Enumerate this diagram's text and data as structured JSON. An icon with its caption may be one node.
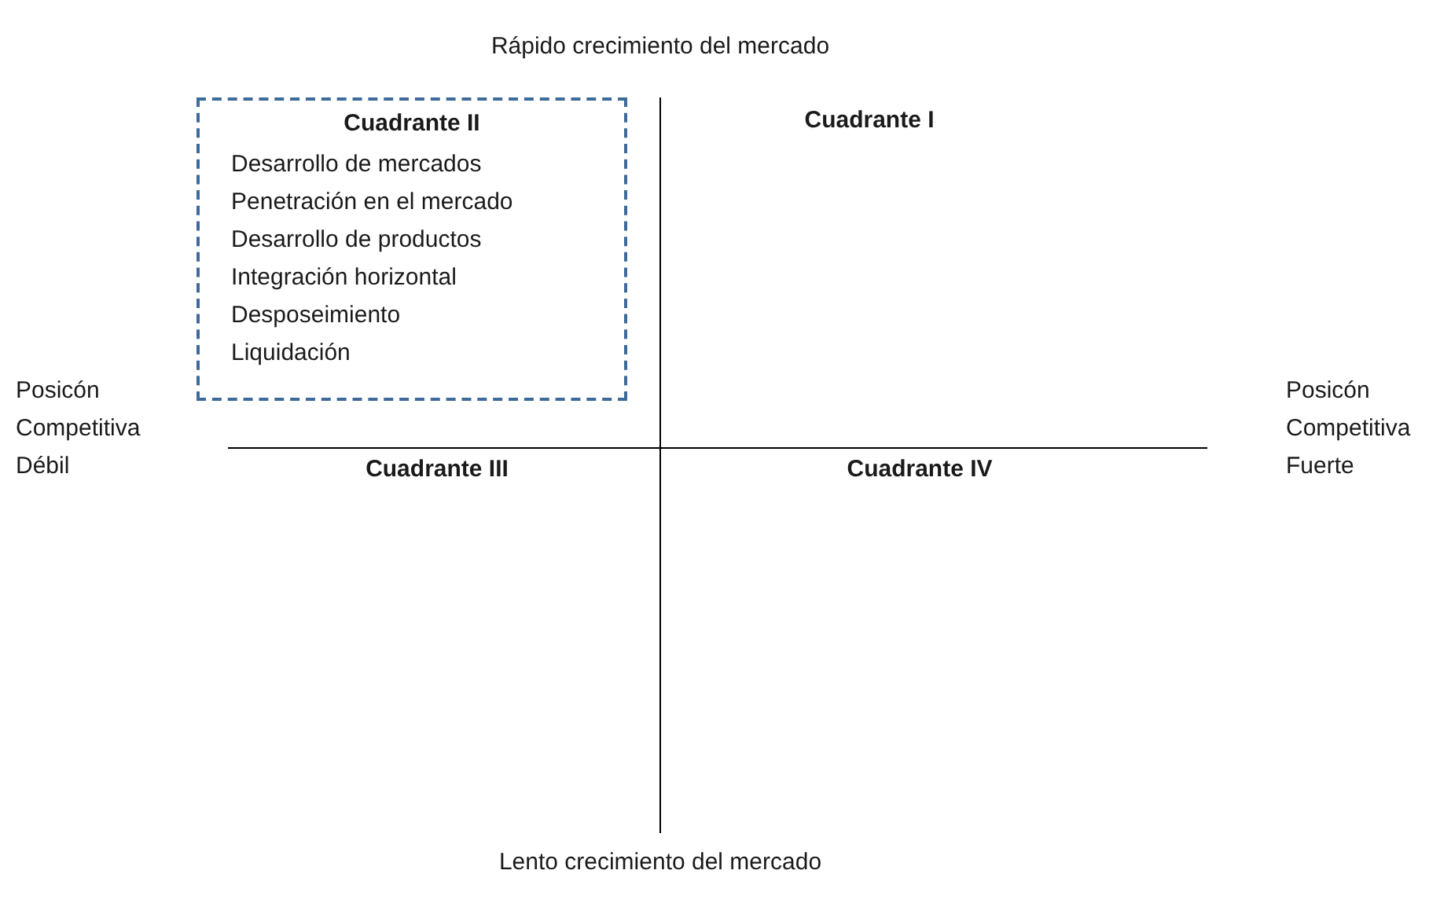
{
  "diagram": {
    "nodes": [
      {
        "text": [
          "Cuadrante II",
          "Desarrollo de mercados",
          "Penetración en el mercado",
          "Desarrollo de productos",
          "Integración horizontal",
          "Desposeimiento",
          "Liquidación"
        ]
      }
    ],
    "labels": [
      "Rápido crecimiento del mercado",
      "Cuadrante I",
      "Posicón Competitiva Débil",
      "Posicón Competitiva Fuerte",
      "Cuadrante III",
      "Cuadrante IV",
      "Lento crecimiento del mercado"
    ]
  }
}
